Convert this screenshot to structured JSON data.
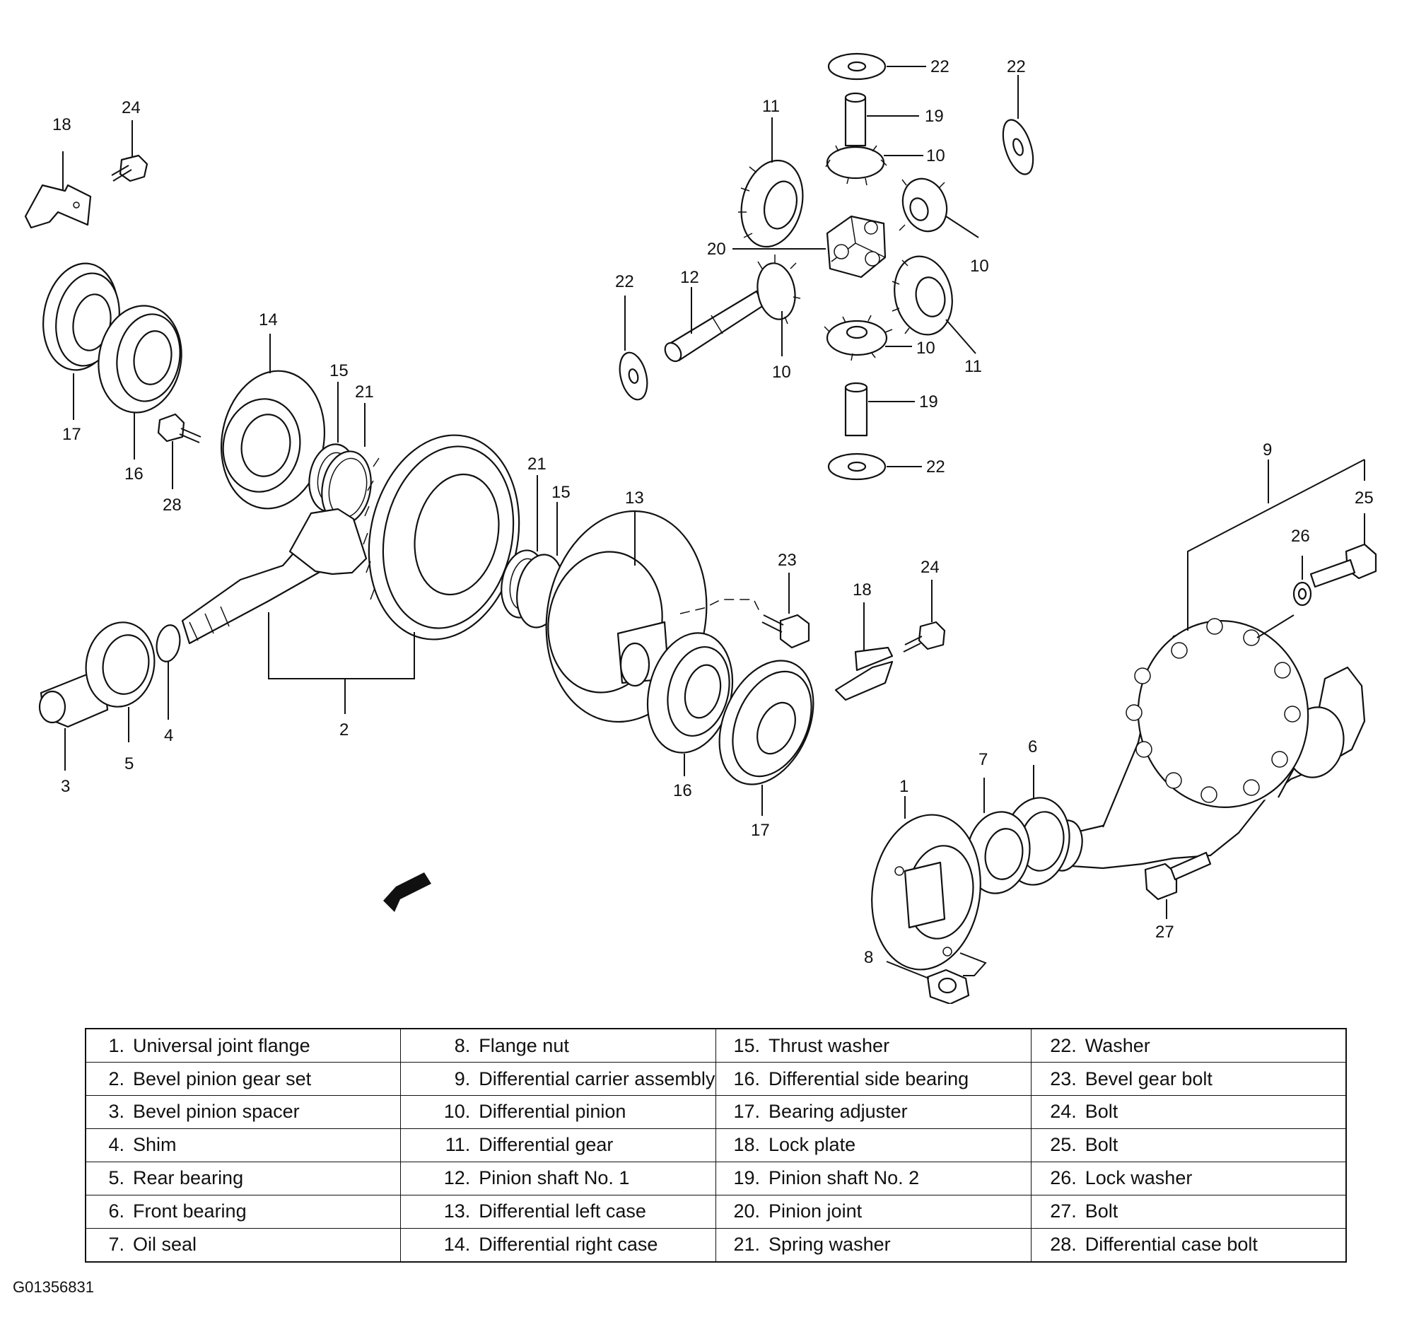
{
  "diagram": {
    "callouts": [
      "1",
      "2",
      "3",
      "4",
      "5",
      "6",
      "7",
      "8",
      "9",
      "10",
      "10",
      "10",
      "10",
      "11",
      "11",
      "12",
      "13",
      "14",
      "15",
      "15",
      "16",
      "16",
      "17",
      "17",
      "18",
      "18",
      "19",
      "19",
      "20",
      "21",
      "21",
      "22",
      "22",
      "22",
      "22",
      "23",
      "24",
      "24",
      "25",
      "26",
      "27",
      "28"
    ],
    "fwd_label": "FWD"
  },
  "legend": {
    "rows": [
      [
        {
          "n": "1.",
          "t": "Universal joint flange"
        },
        {
          "n": "8.",
          "t": "Flange nut"
        },
        {
          "n": "15.",
          "t": "Thrust washer"
        },
        {
          "n": "22.",
          "t": "Washer"
        }
      ],
      [
        {
          "n": "2.",
          "t": "Bevel pinion gear set"
        },
        {
          "n": "9.",
          "t": "Differential carrier assembly"
        },
        {
          "n": "16.",
          "t": "Differential side bearing"
        },
        {
          "n": "23.",
          "t": "Bevel gear bolt"
        }
      ],
      [
        {
          "n": "3.",
          "t": "Bevel pinion spacer"
        },
        {
          "n": "10.",
          "t": "Differential pinion"
        },
        {
          "n": "17.",
          "t": "Bearing adjuster"
        },
        {
          "n": "24.",
          "t": "Bolt"
        }
      ],
      [
        {
          "n": "4.",
          "t": "Shim"
        },
        {
          "n": "11.",
          "t": "Differential gear"
        },
        {
          "n": "18.",
          "t": "Lock plate"
        },
        {
          "n": "25.",
          "t": "Bolt"
        }
      ],
      [
        {
          "n": "5.",
          "t": "Rear bearing"
        },
        {
          "n": "12.",
          "t": "Pinion shaft No. 1"
        },
        {
          "n": "19.",
          "t": "Pinion shaft No. 2"
        },
        {
          "n": "26.",
          "t": "Lock washer"
        }
      ],
      [
        {
          "n": "6.",
          "t": "Front bearing"
        },
        {
          "n": "13.",
          "t": "Differential left case"
        },
        {
          "n": "20.",
          "t": "Pinion joint"
        },
        {
          "n": "27.",
          "t": "Bolt"
        }
      ],
      [
        {
          "n": "7.",
          "t": "Oil seal"
        },
        {
          "n": "14.",
          "t": "Differential right case"
        },
        {
          "n": "21.",
          "t": "Spring washer"
        },
        {
          "n": "28.",
          "t": "Differential case bolt"
        }
      ]
    ]
  },
  "figure_code": "G01356831"
}
